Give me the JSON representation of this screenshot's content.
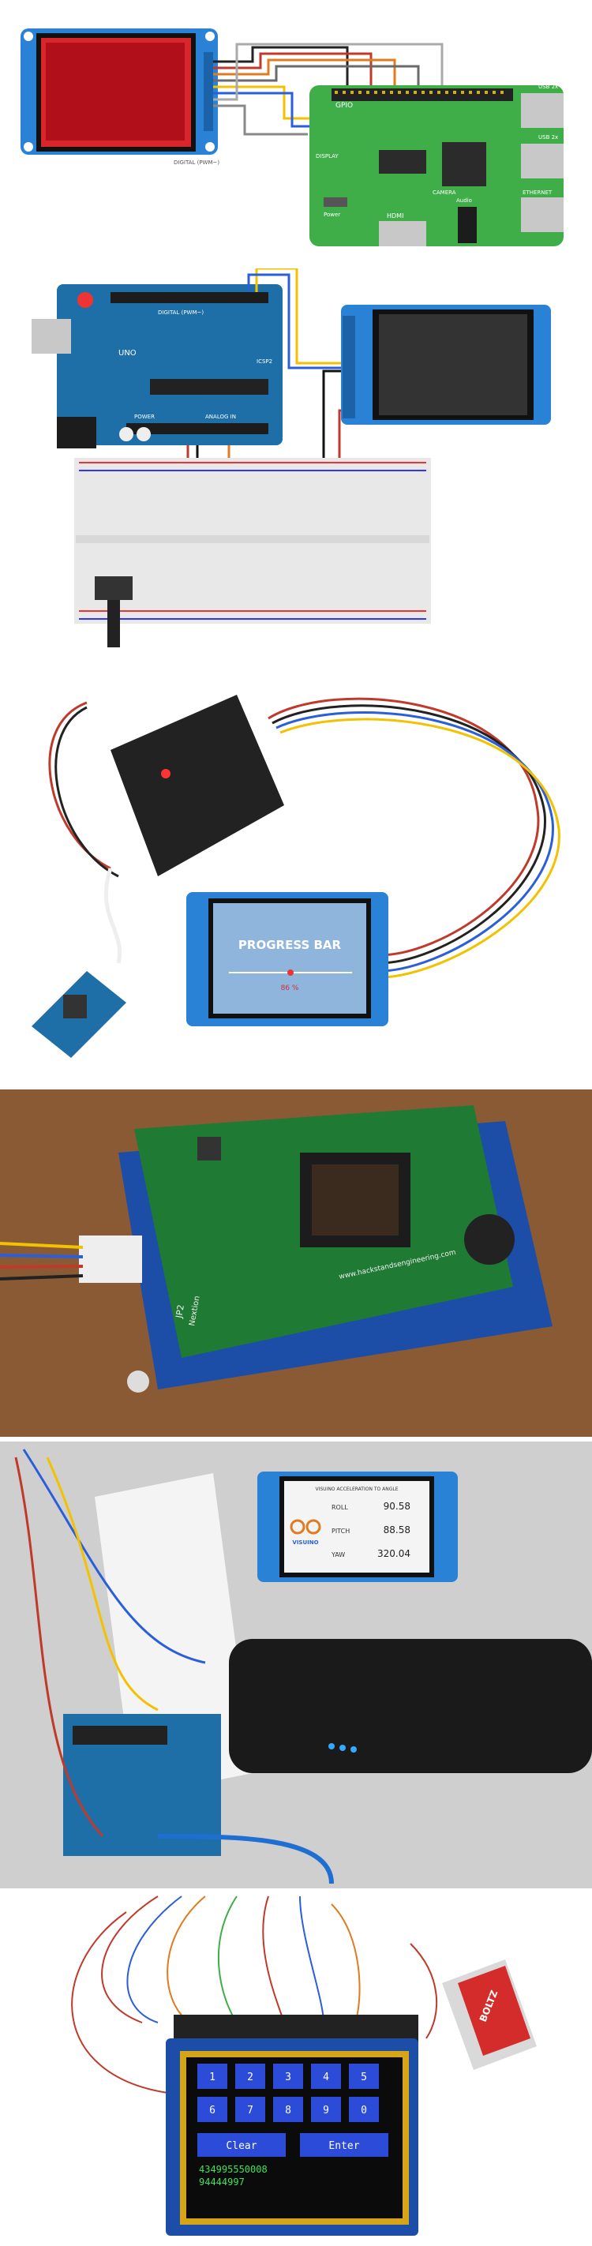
{
  "panel1": {
    "pi_labels": {
      "gpio": "GPIO",
      "hdmi": "HDMI",
      "usb1": "USB 2x",
      "usb2": "USB 2x",
      "ethernet": "ETHERNET",
      "power": "Power",
      "display": "DISPLAY",
      "camera": "CAMERA",
      "audio": "Audio"
    },
    "lcd_pin_labels": "DIGITAL (PWM~)"
  },
  "panel2": {
    "arduino_labels": {
      "brand": "UNO",
      "digital": "DIGITAL (PWM~)",
      "analog": "ANALOG IN",
      "power": "POWER",
      "icsp": "ICSP2"
    }
  },
  "panel3": {
    "screen_title": "PROGRESS BAR",
    "screen_value": "86 %"
  },
  "panel4": {
    "pcb_url": "www.hackstandsengineering.com",
    "pcb_label": "JP2",
    "pcb_sub": "Nextion"
  },
  "panel5": {
    "screen_title": "VISUINO ACCELERATION TO ANGLE",
    "logo_text": "VISUINO",
    "rows": [
      {
        "label": "ROLL",
        "value": "90.58"
      },
      {
        "label": "PITCH",
        "value": "88.58"
      },
      {
        "label": "YAW",
        "value": "320.04"
      }
    ]
  },
  "panel6": {
    "keys": [
      "1",
      "2",
      "3",
      "4",
      "5",
      "6",
      "7",
      "8",
      "9",
      "0"
    ],
    "clear_label": "Clear",
    "enter_label": "Enter",
    "input_line1": "434995550008",
    "input_line2": "94444997",
    "battery_brand": "BOLTZ"
  },
  "colors": {
    "pi_green": "#3fae49",
    "arduino_blue": "#1e6fa8",
    "nextion_blue": "#1c6fd1",
    "pcb_green": "#1f7a33",
    "key_blue": "#2b4bd8"
  }
}
